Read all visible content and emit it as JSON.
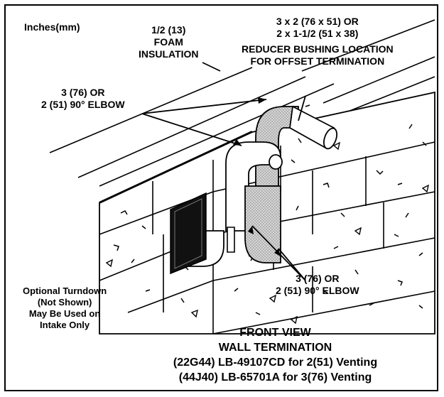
{
  "units_label": "Inches(mm)",
  "foam": {
    "line1": "1/2 (13)",
    "line2": "FOAM",
    "line3": "INSULATION"
  },
  "reducer": {
    "line1": "3 x 2 (76 x 51) OR",
    "line2": "2 x 1-1/2 (51 x 38)",
    "line3": "REDUCER BUSHING LOCATION",
    "line4": "FOR OFFSET TERMINATION"
  },
  "elbow_upper": {
    "line1": "3 (76) OR",
    "line2": "2 (51) 90° ELBOW"
  },
  "elbow_lower": {
    "line1": "3 (76) OR",
    "line2": "2 (51) 90° ELBOW"
  },
  "turndown": {
    "line1": "Optional Turndown",
    "line2": "(Not Shown)",
    "line3": "May Be Used on",
    "line4": "Intake Only"
  },
  "caption": {
    "line1": "FRONT VIEW",
    "line2": "WALL TERMINATION",
    "line3": "(22G44) LB-49107CD for 2(51) Venting",
    "line4": "(44J40) LB-65701A for 3(76) Venting"
  },
  "colors": {
    "ink": "#000000",
    "background": "#ffffff",
    "stipple": "#bdbdbd"
  }
}
